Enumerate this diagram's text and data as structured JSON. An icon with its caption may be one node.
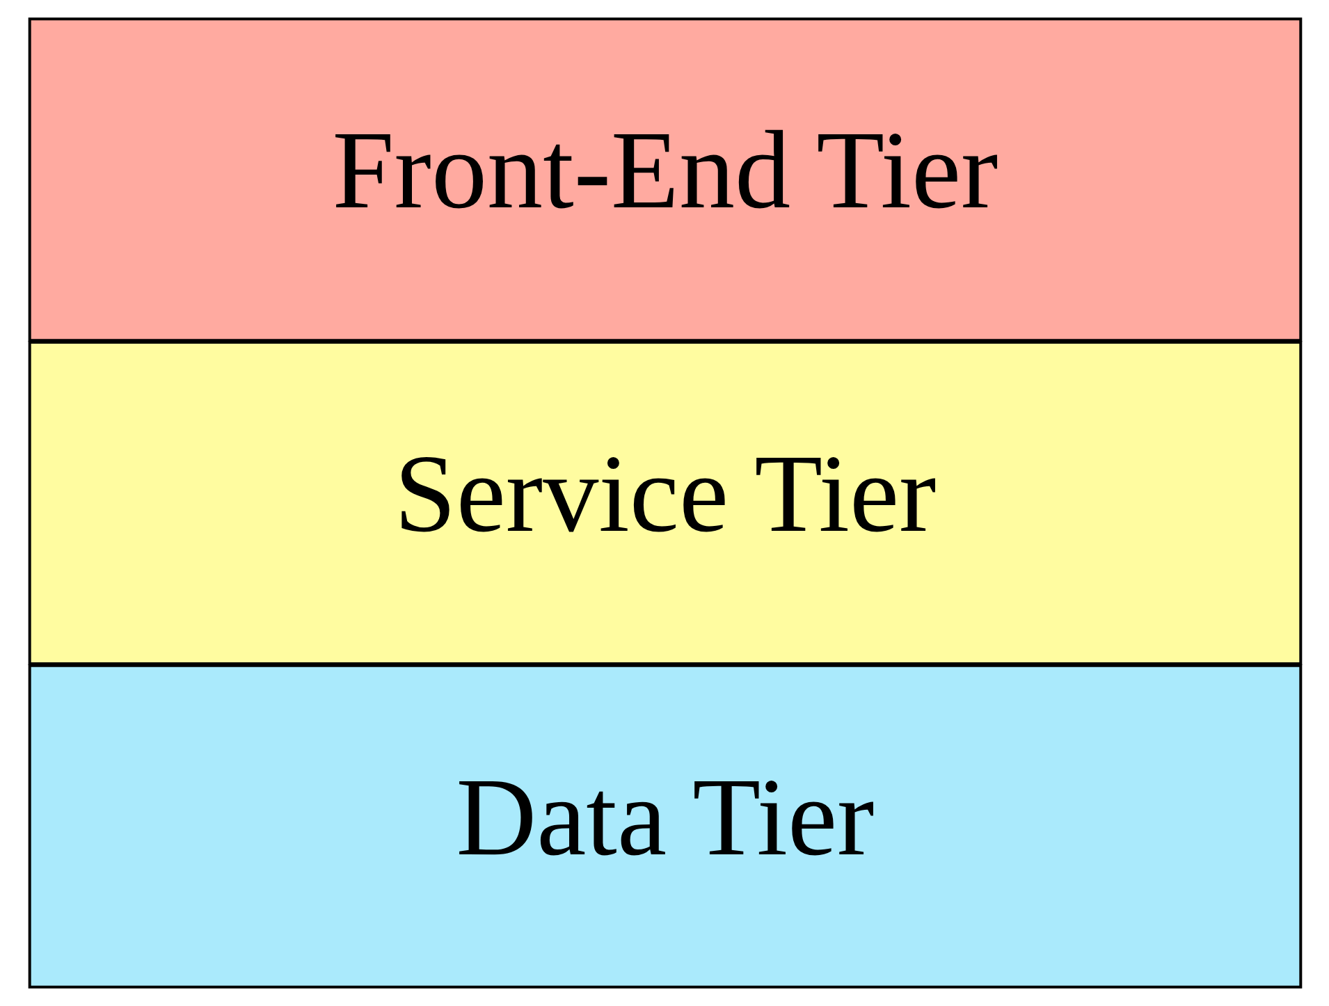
{
  "diagram": {
    "nodes": [
      {
        "text": [
          "Front-End Tier"
        ]
      },
      {
        "text": [
          "Service Tier"
        ]
      },
      {
        "text": [
          "Data Tier"
        ]
      }
    ]
  }
}
